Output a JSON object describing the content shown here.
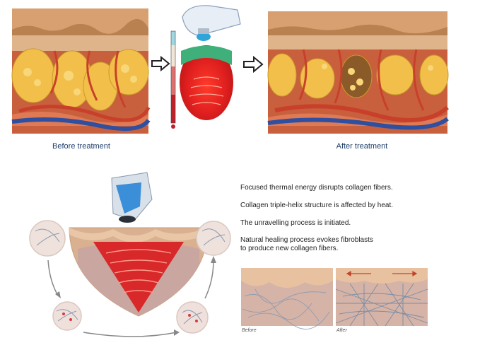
{
  "top": {
    "before_caption": "Before treatment",
    "after_caption": "After treatment"
  },
  "bottom": {
    "steps": [
      "Focused thermal energy disrupts collagen fibers.",
      "Collagen triple-helix structure is affected by heat.",
      "The unravelling process is initiated.",
      "Natural healing process evokes fibroblasts",
      "to produce new collagen fibers."
    ],
    "before_label": "Before",
    "after_label": "After"
  },
  "colors": {
    "skin_surface": "#d8a070",
    "dermis": "#c8603e",
    "fat": "#f2c04a",
    "vessel_red": "#c8402a",
    "vessel_blue": "#2f4fa0",
    "heat_red": "#d81c1c",
    "caption_blue": "#1f3f6b"
  },
  "icons": [
    "arrow-right-icon",
    "transducer-icon",
    "temperature-scale-icon",
    "cycle-arrow-icon"
  ]
}
